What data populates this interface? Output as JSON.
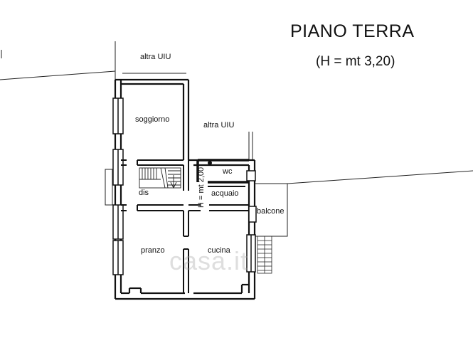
{
  "title": "PIANO TERRA",
  "subtitle": "(H = mt 3,20)",
  "labels": {
    "altra_uiu_top": "altra UIU",
    "altra_uiu_right": "altra UIU",
    "soggiorno": "soggiorno",
    "dis": "dis",
    "wc": "wc",
    "acquaio": "acquaio",
    "height_note": "H = mt 2,00",
    "balcone": "balcone",
    "pranzo": "pranzo",
    "cucina": "cucina"
  },
  "watermark": "casa.it",
  "colors": {
    "wall": "#111111",
    "line": "#222222",
    "watermark": "#a0a0a0"
  }
}
